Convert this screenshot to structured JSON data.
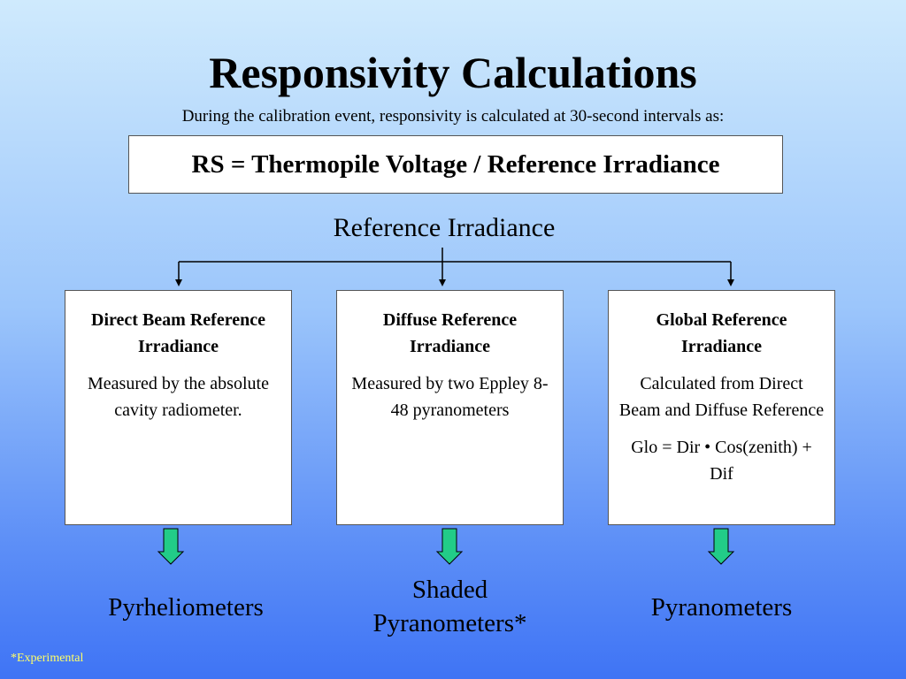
{
  "title": "Responsivity Calculations",
  "subtitle": "During the calibration event, responsivity is calculated at 30-second intervals as:",
  "formula": "RS = Thermopile Voltage / Reference Irradiance",
  "reference_label": "Reference Irradiance",
  "boxes": [
    {
      "title": "Direct Beam Reference Irradiance",
      "lines": [
        "Measured by the absolute cavity radiometer."
      ]
    },
    {
      "title": "Diffuse Reference Irradiance",
      "lines": [
        "Measured by two Eppley 8-48 pyranometers"
      ]
    },
    {
      "title": "Global Reference Irradiance",
      "lines": [
        "Calculated from Direct Beam and Diffuse Reference",
        "Glo = Dir • Cos(zenith) + Dif"
      ]
    }
  ],
  "instruments": [
    "Pyrheliometers",
    "Shaded Pyranometers*",
    "Pyranometers"
  ],
  "footnote": "*Experimental",
  "colors": {
    "down_arrow_fill": "#22cc88",
    "footnote": "#ffff66"
  }
}
